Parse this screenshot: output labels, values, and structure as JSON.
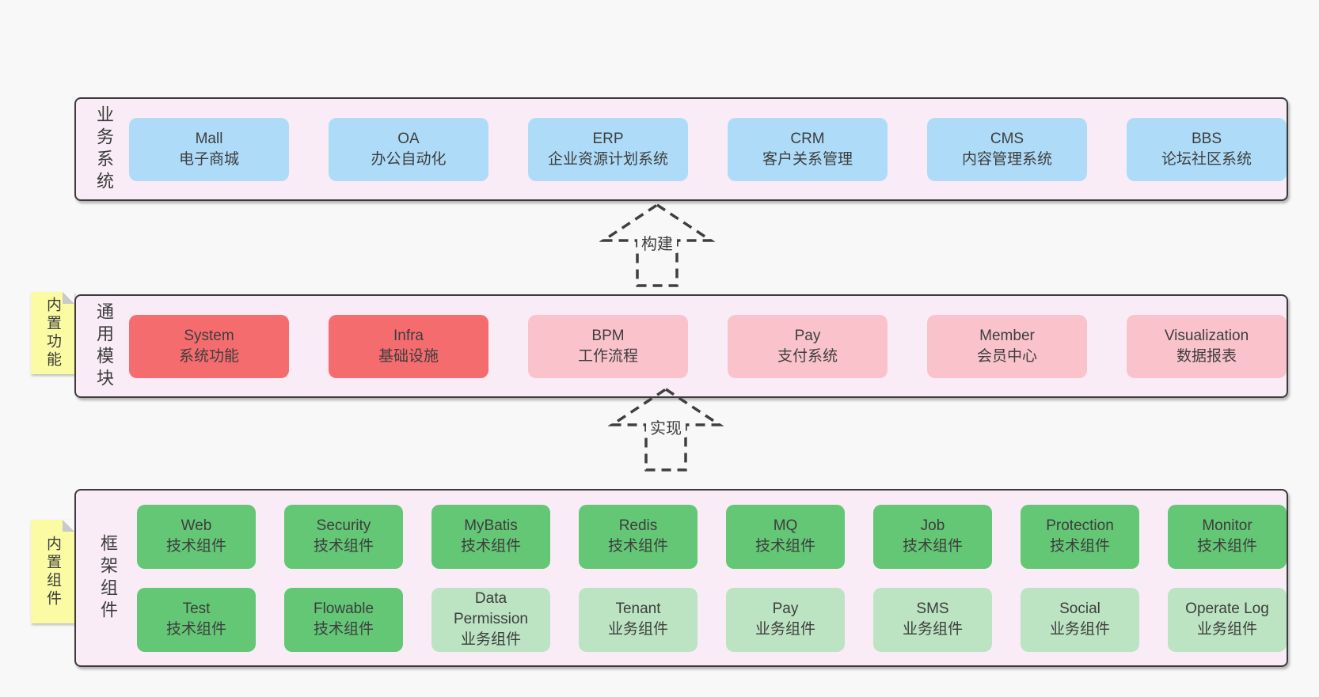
{
  "colors": {
    "page_bg": "#f8f8f8",
    "container_bg": "#f9ecf6",
    "container_border": "#3b3b3b",
    "blue": "#aedcf8",
    "red": "#f56c6e",
    "pink": "#fac3cc",
    "green": "#63c775",
    "light_green": "#bce4c2",
    "sticky_yellow": "#fbfba3",
    "sticky_fold_gray": "#c9c9c9",
    "text": "#3d3d3d"
  },
  "arrows": {
    "build": "构建",
    "implement": "实现"
  },
  "layers": {
    "business": {
      "side_label": "业务系统",
      "boxes": [
        {
          "title": "Mall",
          "subtitle": "电子商城"
        },
        {
          "title": "OA",
          "subtitle": "办公自动化"
        },
        {
          "title": "ERP",
          "subtitle": "企业资源计划系统"
        },
        {
          "title": "CRM",
          "subtitle": "客户关系管理"
        },
        {
          "title": "CMS",
          "subtitle": "内容管理系统"
        },
        {
          "title": "BBS",
          "subtitle": "论坛社区系统"
        }
      ]
    },
    "modules": {
      "sticky_label": "内置功能",
      "side_label": "通用模块",
      "boxes": [
        {
          "title": "System",
          "subtitle": "系统功能"
        },
        {
          "title": "Infra",
          "subtitle": "基础设施"
        },
        {
          "title": "BPM",
          "subtitle": "工作流程"
        },
        {
          "title": "Pay",
          "subtitle": "支付系统"
        },
        {
          "title": "Member",
          "subtitle": "会员中心"
        },
        {
          "title": "Visualization",
          "subtitle": "数据报表"
        }
      ]
    },
    "components": {
      "sticky_label": "内置组件",
      "side_label": "框架组件",
      "row1": [
        {
          "title": "Web",
          "subtitle": "技术组件"
        },
        {
          "title": "Security",
          "subtitle": "技术组件"
        },
        {
          "title": "MyBatis",
          "subtitle": "技术组件"
        },
        {
          "title": "Redis",
          "subtitle": "技术组件"
        },
        {
          "title": "MQ",
          "subtitle": "技术组件"
        },
        {
          "title": "Job",
          "subtitle": "技术组件"
        },
        {
          "title": "Protection",
          "subtitle": "技术组件"
        },
        {
          "title": "Monitor",
          "subtitle": "技术组件"
        }
      ],
      "row2": [
        {
          "title": "Test",
          "subtitle": "技术组件"
        },
        {
          "title": "Flowable",
          "subtitle": "技术组件"
        },
        {
          "title": "Data Permission",
          "subtitle": "业务组件"
        },
        {
          "title": "Tenant",
          "subtitle": "业务组件"
        },
        {
          "title": "Pay",
          "subtitle": "业务组件"
        },
        {
          "title": "SMS",
          "subtitle": "业务组件"
        },
        {
          "title": "Social",
          "subtitle": "业务组件"
        },
        {
          "title": "Operate Log",
          "subtitle": "业务组件"
        }
      ]
    }
  }
}
